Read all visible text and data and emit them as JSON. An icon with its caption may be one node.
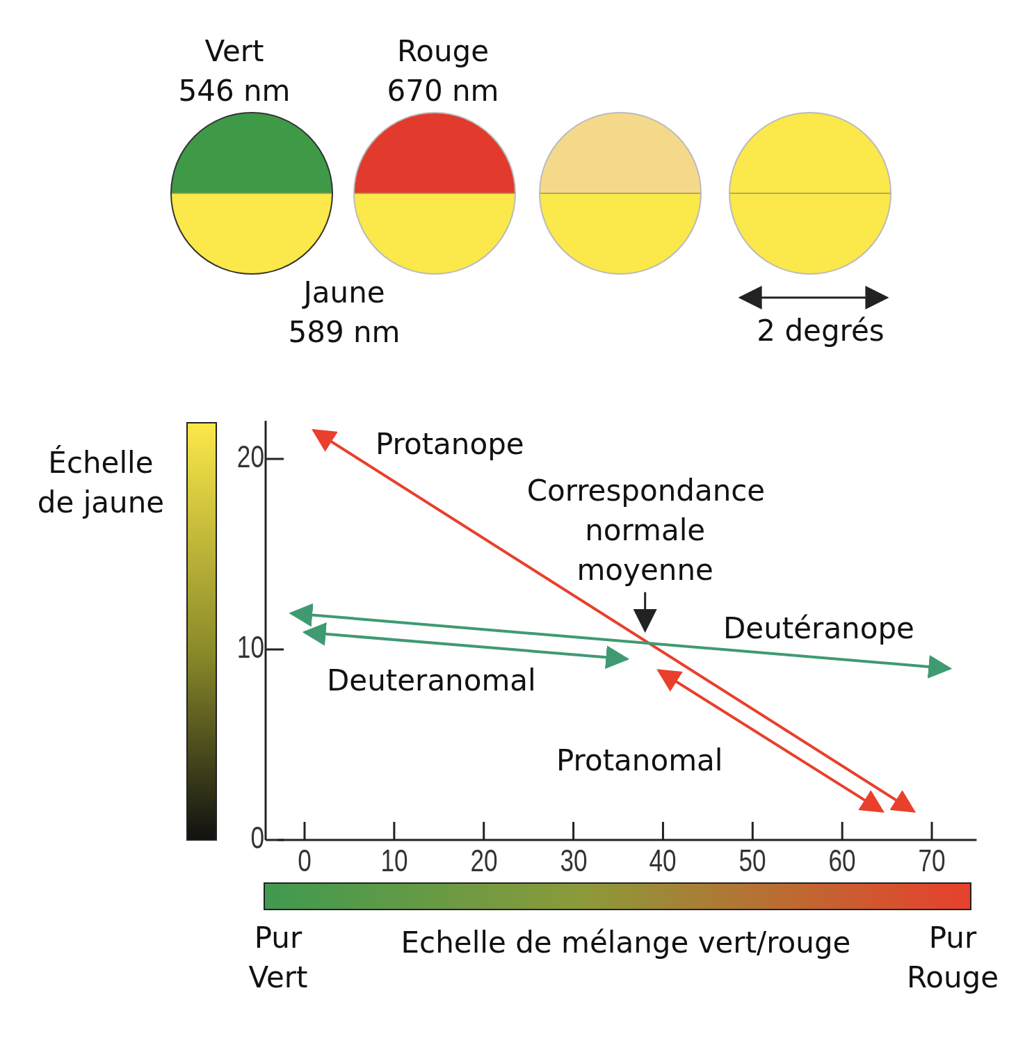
{
  "diagram": {
    "nodes": [
      {
        "text": [],
        "shape": "bar",
        "beside": [
          "Échelle de jaune"
        ]
      },
      {
        "text": [],
        "shape": "bar",
        "beside": [
          "Echelle de mélange vert/rouge"
        ]
      }
    ],
    "labels": [
      "Vert 546 nm",
      "Rouge 670 nm",
      "Jaune 589 nm",
      "2 degrés",
      "Pur Vert",
      "Pur Rouge"
    ],
    "chart_data": {
      "type": "line",
      "xticks": [
        0,
        10,
        20,
        30,
        40,
        50,
        60,
        70
      ],
      "yticks": [
        0,
        10,
        20
      ],
      "xlim": [
        -3,
        75
      ],
      "ylim": [
        0,
        22
      ],
      "series": [
        {
          "name": "Protanope",
          "color": "#e8402c",
          "x": [
            1,
            68
          ],
          "values": [
            21.5,
            1.5
          ]
        },
        {
          "name": "Deutéranope",
          "color": "#3f9a72",
          "x": [
            -1.5,
            72
          ],
          "values": [
            11.9,
            9.0
          ]
        },
        {
          "name": "Deuteranomal",
          "color": "#3f9a72",
          "x": [
            0,
            36
          ],
          "values": [
            10.9,
            9.5
          ]
        },
        {
          "name": "Protanomal",
          "color": "#e8402c",
          "x": [
            39.5,
            64.5
          ],
          "values": [
            8.9,
            1.5
          ]
        }
      ],
      "annotations": [
        "Correspondance normale moyenne"
      ]
    }
  }
}
